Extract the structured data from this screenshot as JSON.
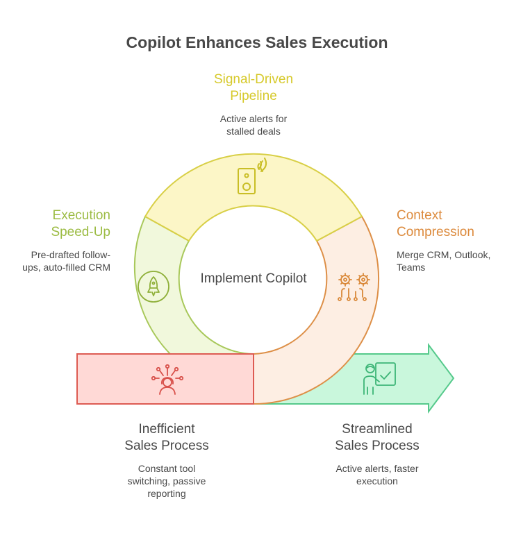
{
  "title": "Copilot Enhances Sales Execution",
  "center": "Implement Copilot",
  "signal": {
    "line1": "Signal-Driven",
    "line2": "Pipeline",
    "desc1": "Active alerts for",
    "desc2": "stalled deals"
  },
  "context": {
    "line1": "Context",
    "line2": "Compression",
    "desc1": "Merge CRM, Outlook,",
    "desc2": "Teams"
  },
  "speed": {
    "line1": "Execution",
    "line2": "Speed-Up",
    "desc1": "Pre-drafted follow-",
    "desc2": "ups, auto-filled CRM"
  },
  "inefficient": {
    "line1": "Inefficient",
    "line2": "Sales Process",
    "desc1": "Constant tool",
    "desc2": "switching, passive",
    "desc3": "reporting"
  },
  "streamlined": {
    "line1": "Streamlined",
    "line2": "Sales Process",
    "desc1": "Active alerts, faster",
    "desc2": "execution"
  },
  "colors": {
    "yellow_fill": "#fcf6c7",
    "yellow_stroke": "#d8cf46",
    "yellow_text": "#d6c92a",
    "orange_fill": "#fdeee3",
    "orange_stroke": "#dd8f47",
    "orange_text": "#dc8a3c",
    "green_fill": "#f1f8dc",
    "green_stroke": "#a8c85a",
    "green_text": "#9bbb42",
    "red_fill": "#ffd9d6",
    "red_stroke": "#dd5b52",
    "mint_fill": "#c9f7dc",
    "mint_stroke": "#55c98b"
  },
  "icons": [
    "speaker-icon",
    "gears-icon",
    "rocket-icon",
    "person-network-icon",
    "presenter-check-icon"
  ]
}
